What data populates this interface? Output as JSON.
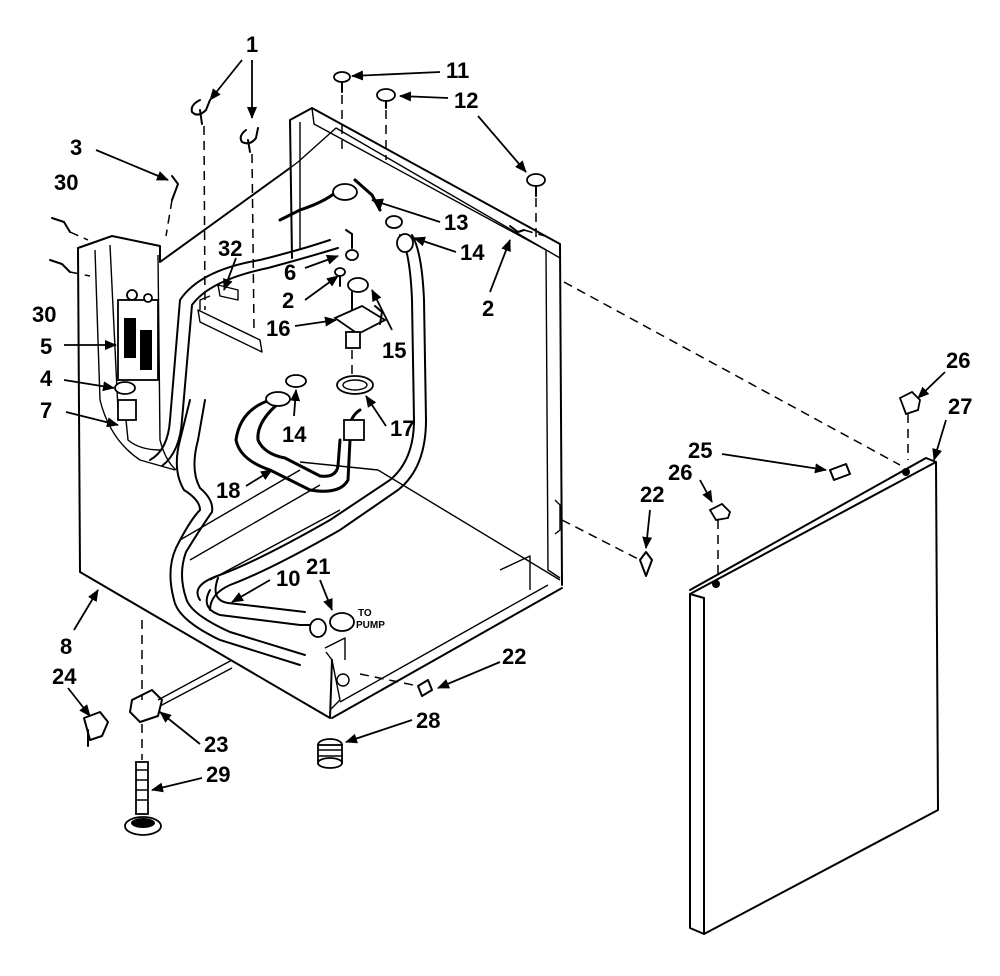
{
  "diagram": {
    "callouts": {
      "c1": "1",
      "c11": "11",
      "c12": "12",
      "c3": "3",
      "c30a": "30",
      "c30b": "30",
      "c13": "13",
      "c14a": "14",
      "c32": "32",
      "c6": "6",
      "c2a": "2",
      "c2b": "2",
      "c16": "16",
      "c15": "15",
      "c5": "5",
      "c4": "4",
      "c7": "7",
      "c14b": "14",
      "c17": "17",
      "c18": "18",
      "c26a": "26",
      "c27": "27",
      "c25": "25",
      "c26b": "26",
      "c22a": "22",
      "c10": "10",
      "c21": "21",
      "c8": "8",
      "c22b": "22",
      "c24": "24",
      "c28": "28",
      "c23": "23",
      "c29": "29"
    },
    "pump_note_line1": "TO",
    "pump_note_line2": "PUMP"
  }
}
